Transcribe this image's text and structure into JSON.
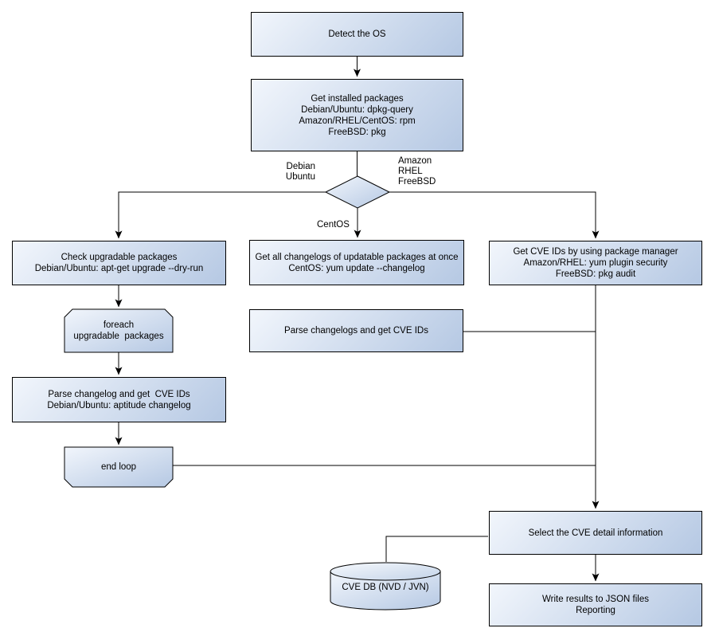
{
  "canvas": {
    "background": "#ffffff"
  },
  "colors": {
    "node_fill_light": "#f2f6fc",
    "node_fill_dark": "#b5c8e3",
    "node_border": "#000000",
    "connector": "#000000",
    "text": "#000000"
  },
  "nodes": {
    "detect_os": {
      "lines": [
        "Detect the OS"
      ]
    },
    "get_installed_packages": {
      "lines": [
        "Get installed packages",
        "Debian/Ubuntu: dpkg-query",
        "Amazon/RHEL/CentOS: rpm",
        "FreeBSD: pkg"
      ]
    },
    "check_upgradable": {
      "lines": [
        "Check upgradable packages",
        "Debian/Ubuntu: apt-get upgrade --dry-run"
      ]
    },
    "foreach_loop": {
      "lines": [
        "foreach",
        "upgradable  packages"
      ]
    },
    "parse_changelog": {
      "lines": [
        "Parse changelog and get  CVE IDs",
        "Debian/Ubuntu: aptitude changelog"
      ]
    },
    "end_loop": {
      "lines": [
        "end loop"
      ]
    },
    "get_all_changelogs": {
      "lines": [
        "Get all changelogs of updatable packages at once",
        "CentOS: yum update --changelog"
      ]
    },
    "parse_changelogs": {
      "lines": [
        "Parse changelogs and get CVE IDs"
      ]
    },
    "get_cve_ids": {
      "lines": [
        "Get CVE IDs by using package manager",
        "Amazon/RHEL: yum plugin security",
        "FreeBSD: pkg audit"
      ]
    },
    "select_cve_detail": {
      "lines": [
        "Select the CVE detail information"
      ]
    },
    "write_results": {
      "lines": [
        "Write results to JSON files",
        "Reporting"
      ]
    },
    "cve_db": {
      "lines": [
        "CVE DB (NVD / JVN)"
      ]
    }
  },
  "branch_labels": {
    "debian_ubuntu": {
      "lines": [
        "Debian",
        "Ubuntu"
      ]
    },
    "amazon_rhel_freebsd": {
      "lines": [
        "Amazon",
        "RHEL",
        "FreeBSD"
      ]
    },
    "centos": {
      "lines": [
        "CentOS"
      ]
    }
  }
}
